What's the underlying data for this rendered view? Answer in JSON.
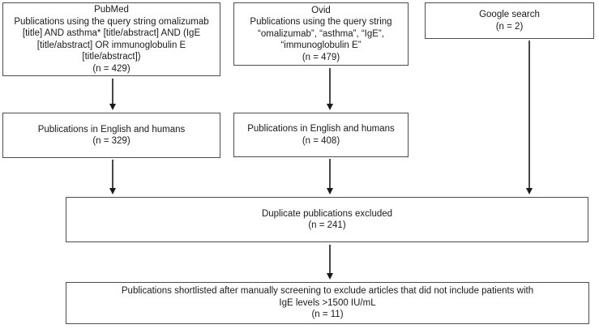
{
  "colors": {
    "background": "#ffffff",
    "box_border": "#4d4d4d",
    "arrow": "#1a1a1a",
    "text": "#1a1a1a"
  },
  "boxes": {
    "pubmed": {
      "lines": [
        "PubMed",
        "Publications using the query string omalizumab",
        "[title] AND asthma* [title/abstract] AND (IgE",
        "[title/abstract] OR immunoglobulin E",
        "[title/abstract])",
        "(n = 429)"
      ],
      "n": "429"
    },
    "ovid": {
      "lines": [
        "Ovid",
        "Publications using the query string",
        "“omalizumab”, “asthma”, “IgE”,",
        "“immunoglobulin E”",
        "(n = 479)"
      ],
      "n": "479"
    },
    "google": {
      "lines": [
        "Google search",
        "(n = 2)"
      ],
      "n": "2"
    },
    "eng_pubmed": {
      "lines": [
        "Publications in English and humans",
        "(n = 329)"
      ],
      "n": "329"
    },
    "eng_ovid": {
      "lines": [
        "Publications in English and humans",
        "(n = 408)"
      ],
      "n": "408"
    },
    "duplicates": {
      "lines": [
        "Duplicate publications excluded",
        "(n = 241)"
      ],
      "n": "241"
    },
    "shortlisted": {
      "lines": [
        "Publications shortlisted after manually screening to exclude articles that did not include patients with",
        "IgE levels >1500 IU/mL",
        "(n = 11)"
      ],
      "n": "11"
    }
  },
  "edges": [
    {
      "from": "pubmed",
      "to": "eng_pubmed"
    },
    {
      "from": "ovid",
      "to": "eng_ovid"
    },
    {
      "from": "google",
      "to": "duplicates"
    },
    {
      "from": "eng_pubmed",
      "to": "duplicates"
    },
    {
      "from": "eng_ovid",
      "to": "duplicates"
    },
    {
      "from": "duplicates",
      "to": "shortlisted"
    }
  ]
}
